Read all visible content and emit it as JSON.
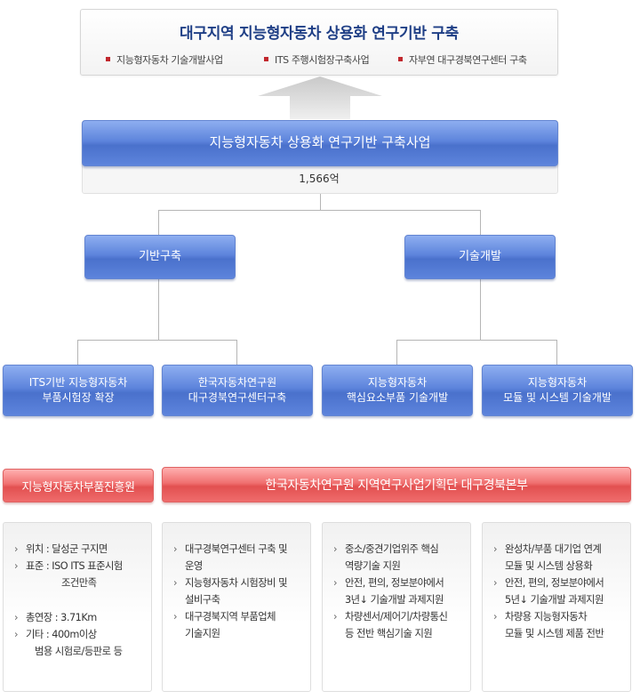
{
  "goal": {
    "title": "대구지역 지능형자동차 상용화 연구기반 구축",
    "items": [
      "지능형자동차 기술개발사업",
      "ITS  주행시험장구축사업",
      "자부연 대구경북연구센터 구축"
    ]
  },
  "main": {
    "title": "지능형자동차 상용화 연구기반 구축사업",
    "budget": "1,566억"
  },
  "branches": {
    "infra": "기반구축",
    "tech": "기술개발"
  },
  "subprojects": [
    [
      "ITS기반 지능형자동차",
      "부품시험장 확장"
    ],
    [
      "한국자동차연구원",
      "대구경북연구센터구축"
    ],
    [
      "지능형자동차",
      "핵심요소부품 기술개발"
    ],
    [
      "지능형자동차",
      "모듈 및 시스템 기술개발"
    ]
  ],
  "orgs": {
    "left": "지능형자동차부품진흥원",
    "right": "한국자동차연구원 지역연구사업기획단 대구경북본부"
  },
  "details": [
    [
      [
        "위치 : 달성군 구지면"
      ],
      [
        "표준 : ISO ITS 표준시험",
        "조건만족"
      ],
      [
        "총연장 : 3.71Km"
      ],
      [
        "기타 : 400m이상",
        "범용 시험로/등판로 등"
      ]
    ],
    [
      [
        "대구경북연구센터 구축 및",
        "운영"
      ],
      [
        "지능형자동차 시험장비 및",
        "설비구축"
      ],
      [
        "대구경북지역 부품업체",
        "기술지원"
      ]
    ],
    [
      [
        "중소/중견기업위주 핵심",
        "역량기술 지원"
      ],
      [
        "안전, 편의, 정보분야에서",
        "3년↓ 기술개발 과제지원"
      ],
      [
        "차량센서/제어기/차량통신",
        "등 전반 핵심기술 지원"
      ]
    ],
    [
      [
        "완성차/부품 대기업 연계",
        "모듈 및 시스템 상용화"
      ],
      [
        "안전, 편의, 정보분야에서",
        "5년↓ 기술개발 과제지원"
      ],
      [
        "차량용 지능형자동차",
        "모듈 및 시스템 제품 전반"
      ]
    ]
  ],
  "colors": {
    "goal_title": "#1f3f86",
    "bullet_square": "#c1272d",
    "blue_box": "#5d84dc",
    "red_box": "#e25050"
  }
}
